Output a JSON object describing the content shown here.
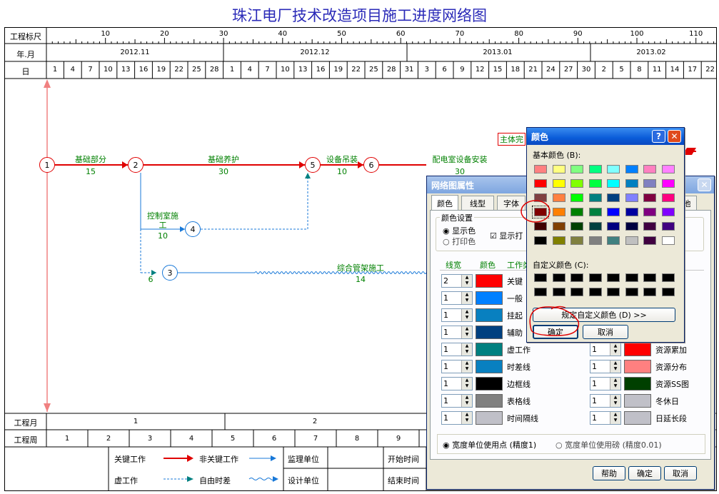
{
  "title": "珠江电厂技术改造项目施工进度网络图",
  "header": {
    "row_scale_label": "工程标尺",
    "row_month_label": "年.月",
    "row_day_label": "日",
    "scale_ticks": [
      "10",
      "20",
      "30",
      "40",
      "50",
      "60",
      "70",
      "80",
      "90",
      "100",
      "110"
    ],
    "months": [
      "2012.11",
      "2012.12",
      "2013.01",
      "2013.02"
    ],
    "days": [
      "1",
      "4",
      "7",
      "10",
      "13",
      "16",
      "19",
      "22",
      "25",
      "28",
      "1",
      "4",
      "7",
      "10",
      "13",
      "16",
      "19",
      "22",
      "25",
      "28",
      "31",
      "3",
      "6",
      "9",
      "12",
      "15",
      "18",
      "21",
      "24",
      "27",
      "30",
      "2",
      "5",
      "8",
      "11",
      "14",
      "17",
      "22"
    ]
  },
  "network": {
    "nodes": [
      "1",
      "2",
      "3",
      "4",
      "5",
      "6"
    ],
    "activities": [
      {
        "label": "基础部分",
        "duration": "15"
      },
      {
        "label": "基础养护",
        "duration": "30"
      },
      {
        "label": "设备吊装",
        "duration": "10"
      },
      {
        "label": "配电室设备安装",
        "duration": "30"
      },
      {
        "label": "控制室施",
        "label2": "工",
        "duration": "10"
      },
      {
        "label": "综合管架施工",
        "duration": "14"
      },
      {
        "label": "",
        "duration": "6"
      }
    ],
    "partial_label": "主体完"
  },
  "footer": {
    "row_month_label": "工程月",
    "months": [
      "1",
      "2"
    ],
    "row_week_label": "工程周",
    "weeks": [
      "1",
      "2",
      "3",
      "4",
      "5",
      "6",
      "7",
      "8",
      "9"
    ],
    "legend": {
      "critical": "关键工作",
      "noncritical": "非关键工作",
      "dummy": "虚工作",
      "freefloat": "自由时差",
      "supervisor": "监理单位",
      "designer": "设计单位",
      "start": "开始时间",
      "end": "结束时间"
    }
  },
  "props_dialog": {
    "title": "网络图属性",
    "tabs": [
      "颜色",
      "线型",
      "字体"
    ],
    "tab_partial": "他",
    "group_label": "颜色设置",
    "radio_display": "显示色",
    "radio_print": "打印色",
    "checkbox_label": "显示打",
    "col_width": "线宽",
    "col_color": "颜色",
    "col_type": "工作类",
    "left_rows": [
      {
        "w": "2",
        "color": "#ff0000",
        "label": "关键"
      },
      {
        "w": "1",
        "color": "#0080ff",
        "label": "一般"
      },
      {
        "w": "1",
        "color": "#0880c0",
        "label": "挂起"
      },
      {
        "w": "1",
        "color": "#004080",
        "label": "辅助"
      },
      {
        "w": "1",
        "color": "#008080",
        "label": "虚工作"
      },
      {
        "w": "1",
        "color": "#0880c0",
        "label": "时差线"
      },
      {
        "w": "1",
        "color": "#000000",
        "label": "边框线"
      },
      {
        "w": "1",
        "color": "#808080",
        "label": "表格线"
      },
      {
        "w": "1",
        "color": "#c0c0c8",
        "label": "时间隔线"
      }
    ],
    "right_rows": [
      {
        "w": "1",
        "color": "#ff0000",
        "label": "资源累加"
      },
      {
        "w": "1",
        "color": "#ff8080",
        "label": "资源分布"
      },
      {
        "w": "1",
        "color": "#004000",
        "label": "资源SS图"
      },
      {
        "w": "1",
        "color": "#c0c0c8",
        "label": "冬休日"
      },
      {
        "w": "1",
        "color": "#c0c0c8",
        "label": "日延长段"
      }
    ],
    "unit_point": "宽度单位使用点 (精度1)",
    "unit_pound": "宽度单位使用磅 (精度0.01)",
    "help": "帮助",
    "ok": "确定",
    "cancel": "取消"
  },
  "color_dialog": {
    "title": "颜色",
    "help_btn": "?",
    "close_btn": "✕",
    "basic_label": "基本颜色 (B):",
    "custom_label": "自定义颜色 (C):",
    "define_btn": "规定自定义颜色 (D) >>",
    "ok": "确定",
    "cancel": "取消",
    "basic_colors": [
      "#ff8080",
      "#ffff80",
      "#80ff80",
      "#00ff80",
      "#80ffff",
      "#0080ff",
      "#ff80c0",
      "#ff80ff",
      "#ff0000",
      "#ffff00",
      "#80ff00",
      "#00ff40",
      "#00ffff",
      "#0080c0",
      "#8080c0",
      "#ff00ff",
      "#804040",
      "#ff8040",
      "#00ff00",
      "#008080",
      "#004080",
      "#8080ff",
      "#800040",
      "#ff0080",
      "#800000",
      "#ff8000",
      "#008000",
      "#008040",
      "#0000ff",
      "#0000a0",
      "#800080",
      "#8000ff",
      "#400000",
      "#804000",
      "#004000",
      "#004040",
      "#000080",
      "#000040",
      "#400040",
      "#400080",
      "#000000",
      "#808000",
      "#808040",
      "#808080",
      "#408080",
      "#c0c0c0",
      "#400040",
      "#ffffff"
    ],
    "selected_index": 24
  }
}
